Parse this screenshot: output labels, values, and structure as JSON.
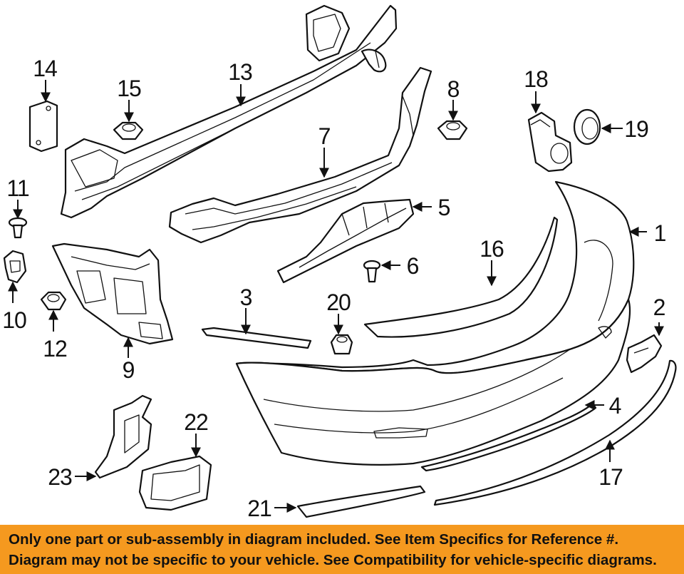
{
  "callouts": [
    {
      "id": "1",
      "label": "1"
    },
    {
      "id": "2",
      "label": "2"
    },
    {
      "id": "3",
      "label": "3"
    },
    {
      "id": "4",
      "label": "4"
    },
    {
      "id": "5",
      "label": "5"
    },
    {
      "id": "6",
      "label": "6"
    },
    {
      "id": "7",
      "label": "7"
    },
    {
      "id": "8",
      "label": "8"
    },
    {
      "id": "9",
      "label": "9"
    },
    {
      "id": "10",
      "label": "10"
    },
    {
      "id": "11",
      "label": "11"
    },
    {
      "id": "12",
      "label": "12"
    },
    {
      "id": "13",
      "label": "13"
    },
    {
      "id": "14",
      "label": "14"
    },
    {
      "id": "15",
      "label": "15"
    },
    {
      "id": "16",
      "label": "16"
    },
    {
      "id": "17",
      "label": "17"
    },
    {
      "id": "18",
      "label": "18"
    },
    {
      "id": "19",
      "label": "19"
    },
    {
      "id": "20",
      "label": "20"
    },
    {
      "id": "21",
      "label": "21"
    },
    {
      "id": "22",
      "label": "22"
    },
    {
      "id": "23",
      "label": "23"
    }
  ],
  "disclaimer": {
    "line1": "Only one part or sub-assembly in diagram included. See Item Specifics for Reference #.",
    "line2": "Diagram may not be specific to your vehicle. See Compatibility for vehicle-specific diagrams.",
    "background": "#f5991f"
  }
}
